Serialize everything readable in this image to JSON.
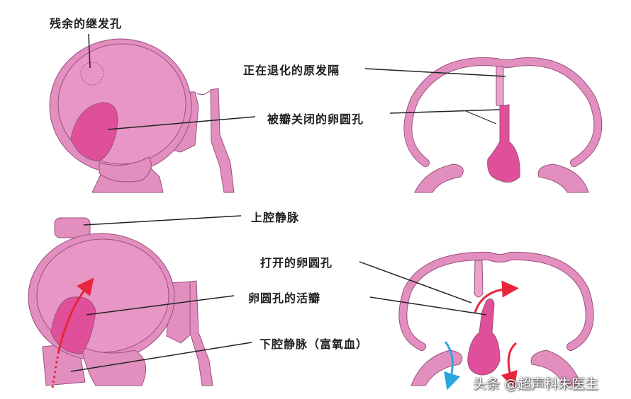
{
  "colors": {
    "tissue": "#e28fc0",
    "tissue_light": "#e9a3cb",
    "tissue_stroke": "#9a4f7c",
    "valve": "#e0509a",
    "oxygenated_arrow": "#e8253a",
    "deoxygenated_arrow": "#2aa6e0",
    "leader_line": "#222222",
    "background": "#ffffff"
  },
  "panels": {
    "top_left": {
      "title": "closed-foramen-side-view",
      "labels": {
        "residual_ostium": "残余的继发孔"
      }
    },
    "top_right": {
      "title": "closed-foramen-section-view",
      "labels": {
        "regressing_septum_primum": "正在退化的原发隔",
        "valve_closed_foramen_ovale": "被瓣关闭的卵圆孔"
      }
    },
    "bottom_left": {
      "title": "open-foramen-side-view",
      "labels": {
        "superior_vena_cava": "上腔静脉",
        "foramen_ovale_valve": "卵圆孔的活瓣",
        "inferior_vena_cava": "下腔静脉（富氧血）"
      }
    },
    "bottom_right": {
      "title": "open-foramen-section-view",
      "labels": {
        "open_foramen_ovale": "打开的卵圆孔"
      }
    }
  },
  "watermark": "头条 @超声科朱医生"
}
